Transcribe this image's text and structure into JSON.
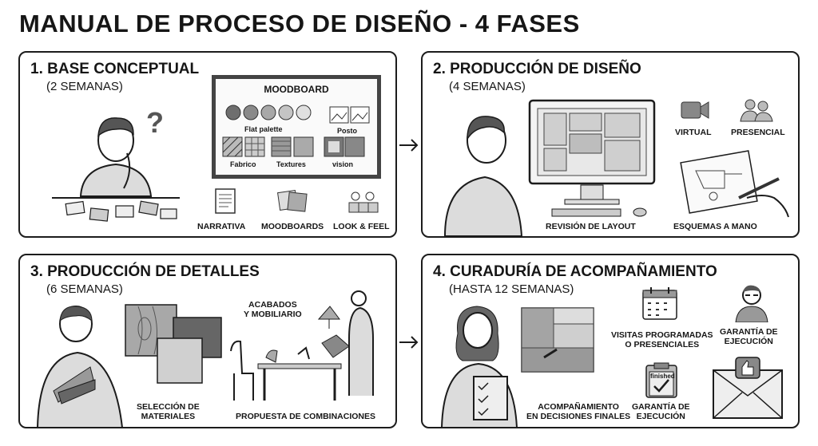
{
  "title": "MANUAL DE PROCESO DE DISEÑO - 4 FASES",
  "phases": [
    {
      "title": "1. BASE CONCEPTUAL",
      "duration": "(2 SEMANAS)",
      "moodboard": {
        "heading": "MOODBOARD",
        "flat_palette": "Flat palette",
        "posto": "Posto",
        "fabrico": "Fabrico",
        "textures": "Textures",
        "vision": "vision"
      },
      "items": [
        "NARRATIVA",
        "MOODBOARDS",
        "LOOK & FEEL"
      ]
    },
    {
      "title": "2. PRODUCCIÓN DE DISEÑO",
      "duration": "(4 SEMANAS)",
      "items": [
        "VIRTUAL",
        "PRESENCIAL",
        "REVISIÓN DE LAYOUT",
        "ESQUEMAS A MANO"
      ]
    },
    {
      "title": "3. PRODUCCIÓN DE DETALLES",
      "duration": "(6 SEMANAS)",
      "items": [
        "SELECCIÓN DE\nMATERIALES",
        "ACABADOS\nY MOBILIARIO",
        "PROPUESTA DE COMBINACIONES"
      ]
    },
    {
      "title": "4. CURADURÍA DE ACOMPAÑAMIENTO",
      "duration": "(HASTA 12 SEMANAS)",
      "items": [
        "VISITAS PROGRAMADAS\nO PRESENCIALES",
        "GARANTÍA DE\nEJECUCIÓN",
        "ACOMPAÑAMIENTO\nEN DECISIONES FINALES",
        "GARANTÍA DE\nEJECUCIÓN"
      ],
      "finished_note": "finished"
    }
  ]
}
